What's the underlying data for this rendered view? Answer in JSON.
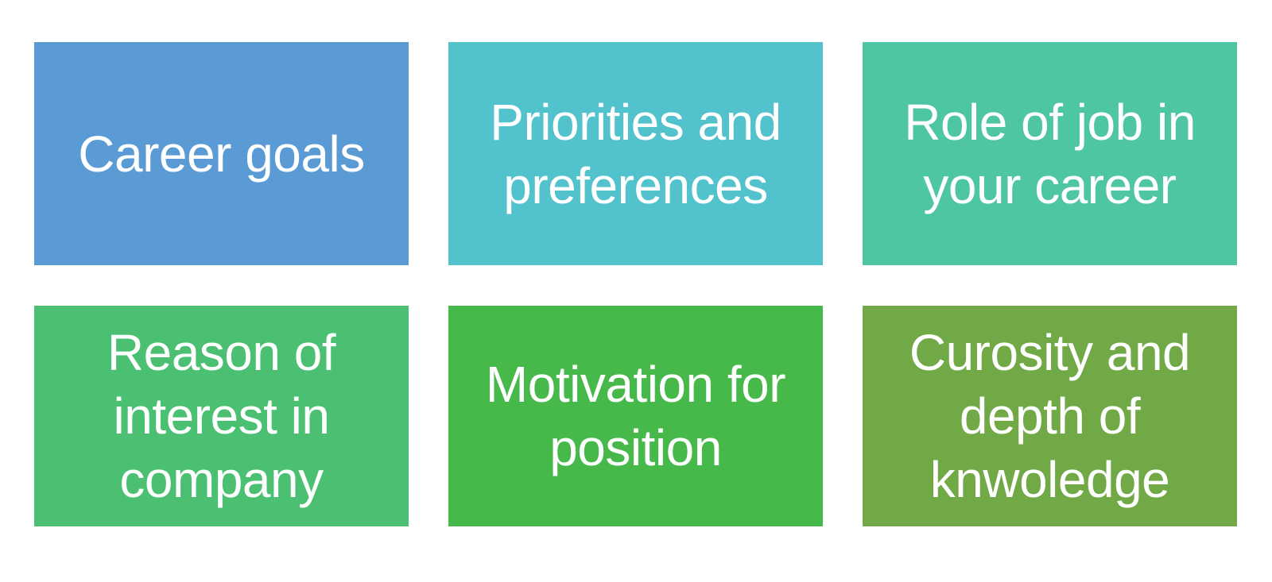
{
  "canvas": {
    "background_color": "#FFFFFF",
    "text_color": "#FFFFFF"
  },
  "cards": [
    {
      "label": "Career goals",
      "color": "#5B9BD5"
    },
    {
      "label": "Priorities and preferences",
      "color": "#52C2CC"
    },
    {
      "label": "Role of job in your career",
      "color": "#4EC6A4"
    },
    {
      "label": "Reason of interest in company",
      "color": "#4BC073"
    },
    {
      "label": "Motivation for position",
      "color": "#46B94A"
    },
    {
      "label": "Curosity and depth of knwoledge",
      "color": "#71A947"
    }
  ]
}
